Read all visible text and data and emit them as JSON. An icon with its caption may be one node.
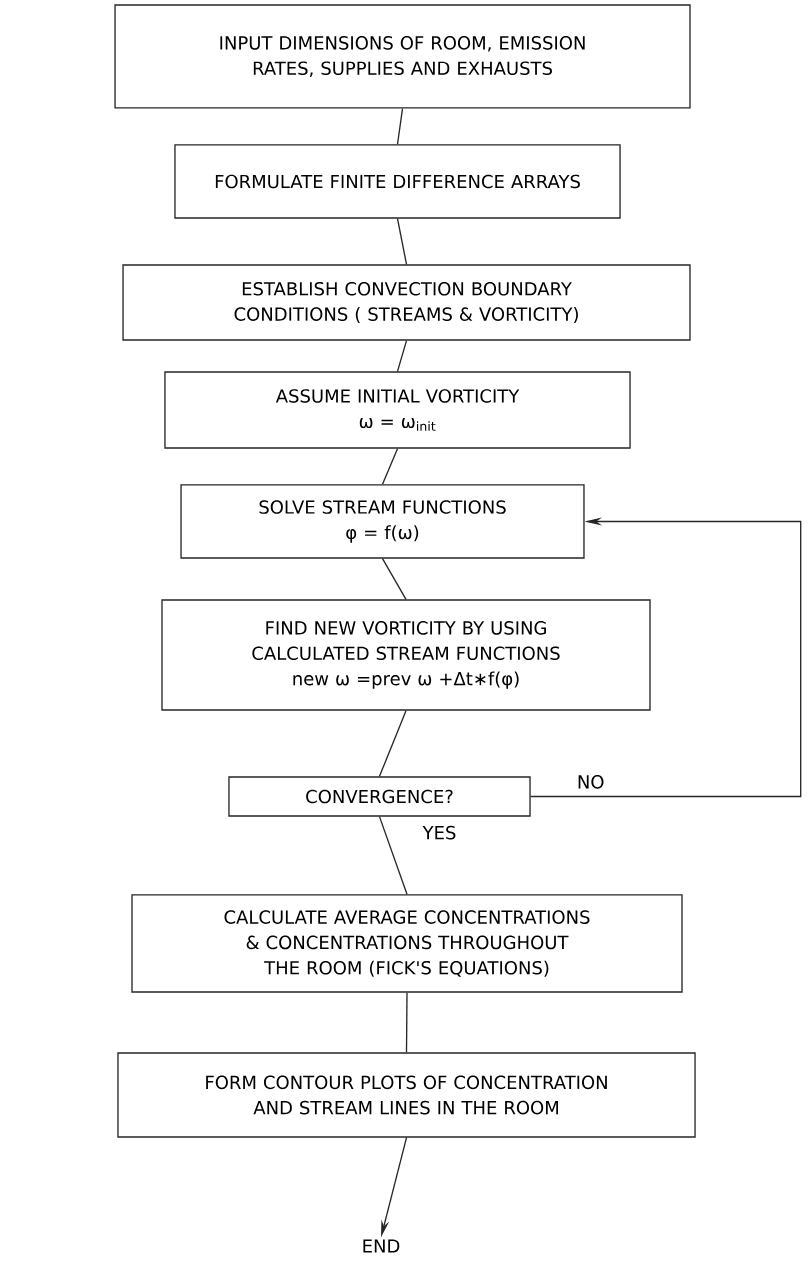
{
  "diagram": {
    "nodes": [
      {
        "text": [
          "INPUT DIMENSIONS OF ROOM, EMISSION RATES, SUPPLIES AND EXHAUSTS"
        ]
      },
      {
        "text": [
          "FORMULATE FINITE DIFFERENCE ARRAYS"
        ]
      },
      {
        "text": [
          "ESTABLISH CONVECTION BOUNDARY CONDITIONS ( STREAMS & VORTICITY)"
        ]
      },
      {
        "text": [
          "ASSUME INITIAL VORTICITY",
          "ω = ω$_{init}$"
        ]
      },
      {
        "text": [
          "SOLVE STREAM FUNCTIONS",
          "φ = f(ω)"
        ]
      },
      {
        "text": [
          "FIND NEW VORTICITY BY USING CALCULATED STREAM FUNCTIONS",
          "new ω =prev ω +Δt∗f(φ)"
        ]
      },
      {
        "text": [
          "CONVERGENCE?"
        ]
      },
      {
        "text": [
          "CALCULATE AVERAGE CONCENTRATIONS & CONCENTRATIONS THROUGHOUT THE ROOM (FICK'S EQUATIONS)"
        ]
      },
      {
        "text": [
          "FORM CONTOUR PLOTS OF CONCENTRATION AND STREAM LINES IN THE ROOM"
        ]
      },
      {
        "text": [
          "END"
        ]
      }
    ],
    "edges": [
      {
        "from": 0,
        "to": 1,
        "arrow": "none"
      },
      {
        "from": 1,
        "to": 2,
        "arrow": "none"
      },
      {
        "from": 2,
        "to": 3,
        "arrow": "none"
      },
      {
        "from": 3,
        "to": 4,
        "arrow": "none"
      },
      {
        "from": 4,
        "to": 5,
        "arrow": "none"
      },
      {
        "from": 5,
        "to": 6,
        "arrow": "none"
      },
      {
        "from": 6,
        "to": 4,
        "arrow": "to",
        "label": "NO"
      },
      {
        "from": 6,
        "to": 7,
        "arrow": "none",
        "label": "YES"
      },
      {
        "from": 7,
        "to": 8,
        "arrow": "none"
      },
      {
        "from": 8,
        "to": 9,
        "arrow": "to"
      }
    ]
  }
}
